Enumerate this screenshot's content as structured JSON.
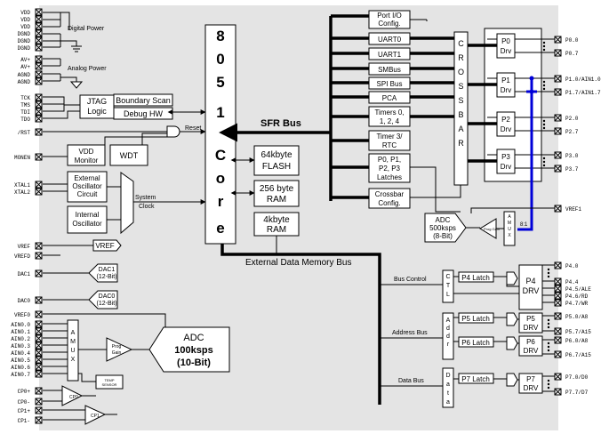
{
  "core": {
    "label": [
      "8",
      "0",
      "5",
      "1",
      "C",
      "o",
      "r",
      "e"
    ]
  },
  "memory": {
    "flash": [
      "64kbyte",
      "FLASH"
    ],
    "ram256": [
      "256 byte",
      "RAM"
    ],
    "xram": [
      "4kbyte",
      "RAM"
    ]
  },
  "buses": {
    "sfr": "SFR Bus",
    "external_memory": "External Data Memory Bus",
    "control": "Bus Control",
    "address": "Address Bus",
    "data": "Data Bus"
  },
  "peripherals": {
    "port_io": [
      "Port I/O",
      "Config."
    ],
    "uart0": "UART0",
    "uart1": "UART1",
    "smbus": "SMBus",
    "spi": "SPI Bus",
    "pca": "PCA",
    "timers": [
      "Timers 0,",
      "1, 2, 4"
    ],
    "timer3": [
      "Timer 3/",
      "RTC"
    ],
    "latches": [
      "P0, P1,",
      "P2, P3",
      "Latches"
    ],
    "crossbar_config": [
      "Crossbar",
      "Config."
    ]
  },
  "crossbar": {
    "letters": [
      "C",
      "R",
      "O",
      "S",
      "S",
      "B",
      "A",
      "R",
      ""
    ]
  },
  "drivers": {
    "p0": [
      "P0",
      "Drv"
    ],
    "p1": [
      "P1",
      "Drv"
    ],
    "p2": [
      "P2",
      "Drv"
    ],
    "p3": [
      "P3",
      "Drv"
    ]
  },
  "adc8": {
    "0": "ADC",
    "1": "500ksps",
    "2": "(8-Bit)",
    "prog_gain": "Prog Gain",
    "amux": [
      "A",
      "M",
      "U",
      "X"
    ],
    "ratio": "8:1"
  },
  "ext": {
    "ctl": [
      "C",
      "T",
      "L"
    ],
    "addr": [
      "A",
      "d",
      "d",
      "r"
    ],
    "data": [
      "D",
      "a",
      "t",
      "a"
    ],
    "latches": {
      "p4": "P4 Latch",
      "p5": "P5 Latch",
      "p6": "P6 Latch",
      "p7": "P7 Latch"
    },
    "drivers": {
      "p4": [
        "P4",
        "DRV"
      ],
      "p5": [
        "P5",
        "DRV"
      ],
      "p6": [
        "P6",
        "DRV"
      ],
      "p7": [
        "P7",
        "DRV"
      ]
    }
  },
  "power": {
    "digital": "Digital Power",
    "analog": "Analog Power"
  },
  "jtag": {
    "logic": [
      "JTAG",
      "Logic"
    ],
    "boundary_scan": "Boundary Scan",
    "debug_hw": "Debug HW"
  },
  "reset": {
    "label": "Reset"
  },
  "vdd_monitor": [
    "VDD",
    "Monitor"
  ],
  "wdt": "WDT",
  "oscillator": {
    "external": [
      "External",
      "Oscillator",
      "Circuit"
    ],
    "internal": [
      "Internal",
      "Oscillator"
    ],
    "system_clock": [
      "System",
      "Clock"
    ]
  },
  "vref_block": "VREF",
  "dac1": [
    "DAC1",
    "(12-Bit)"
  ],
  "dac0": [
    "DAC0",
    "(12-Bit)"
  ],
  "adc12": {
    "amux": [
      "A",
      "M",
      "U",
      "X",
      ""
    ],
    "prog_gain": [
      "Prog",
      "Gain"
    ],
    "label": [
      "ADC",
      "100ksps",
      "(10-Bit)"
    ],
    "temp_sensor": [
      "TEMP",
      "SENSOR"
    ]
  },
  "comparators": {
    "cp0": "CP0",
    "cp1": "CP1"
  },
  "pins_left": [
    "VDD",
    "VDD",
    "VDD",
    "DGND",
    "DGND",
    "DGND",
    "AV+",
    "AV+",
    "AGND",
    "AGND",
    "TCK",
    "TMS",
    "TDI",
    "TDO",
    "/RST",
    "MONEN",
    "XTAL1",
    "XTAL2",
    "VREF",
    "VREFD",
    "DAC1",
    "DAC0",
    "VREF0",
    "AIN0.0",
    "AIN0.1",
    "AIN0.2",
    "AIN0.3",
    "AIN0.4",
    "AIN0.5",
    "AIN0.6",
    "AIN0.7",
    "CP0+",
    "CP0-",
    "CP1+",
    "CP1-"
  ],
  "pins_right": [
    "P0.0",
    "P0.7",
    "P1.0/AIN1.0",
    "P1.7/AIN1.7",
    "P2.0",
    "P2.7",
    "P3.0",
    "P3.7",
    "VREF1",
    "P4.0",
    "P4.4",
    "P4.5/ALE",
    "P4.6/RD",
    "P4.7/WR",
    "P5.0/A8",
    "P5.7/A15",
    "P6.0/A8",
    "P6.7/A15",
    "P7.0/D0",
    "P7.7/D7"
  ]
}
